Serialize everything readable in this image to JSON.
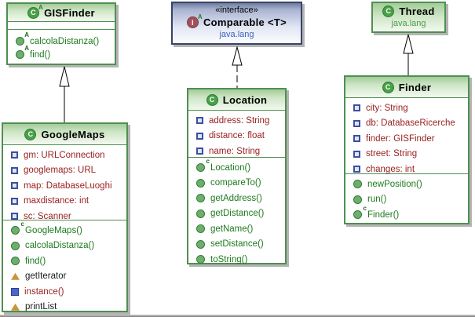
{
  "colors": {
    "class_border": "#4f8f4f",
    "interface_border": "#39436b",
    "field_text": "#992121",
    "method_text": "#1e7a1e",
    "plain_text": "#1c1c1c",
    "package_green": "#4f9a4f",
    "package_blue": "#3c64b8",
    "shadow": "#b4b4b4"
  },
  "icons": {
    "class_letter": "C",
    "interface_letter": "I",
    "abstract_marker": "A",
    "constructor_marker": "c"
  },
  "classes": {
    "gisfinder": {
      "title": "GISFinder",
      "methods": [
        {
          "icon": "abstract-method-icon",
          "label": "calcolaDistanza()"
        },
        {
          "icon": "abstract-method-icon",
          "label": "find()"
        }
      ]
    },
    "comparable": {
      "stereotype": "«interface»",
      "title": "Comparable <T>",
      "package": "java.lang"
    },
    "thread": {
      "title": "Thread",
      "package": "java.lang"
    },
    "googlemaps": {
      "title": "GoogleMaps",
      "fields": [
        {
          "icon": "field-square-icon",
          "label": "gm: URLConnection"
        },
        {
          "icon": "field-square-icon",
          "label": "googlemaps: URL"
        },
        {
          "icon": "field-square-icon",
          "label": "map: DatabaseLuoghi"
        },
        {
          "icon": "field-square-icon",
          "label": "maxdistance: int"
        },
        {
          "icon": "field-square-icon",
          "label": "sc: Scanner"
        }
      ],
      "methods": [
        {
          "icon": "constructor-icon",
          "label": "GoogleMaps()"
        },
        {
          "icon": "method-icon",
          "label": "calcolaDistanza()"
        },
        {
          "icon": "method-icon",
          "label": "find()"
        },
        {
          "icon": "method-triangle-icon",
          "label": "getIterator"
        },
        {
          "icon": "method-square-icon",
          "label": "instance()"
        },
        {
          "icon": "method-triangle-icon",
          "label": "printList"
        }
      ]
    },
    "location": {
      "title": "Location",
      "fields": [
        {
          "icon": "field-square-icon",
          "label": "address: String"
        },
        {
          "icon": "field-square-icon",
          "label": "distance: float"
        },
        {
          "icon": "field-square-icon",
          "label": "name: String"
        }
      ],
      "methods": [
        {
          "icon": "constructor-icon",
          "label": "Location()"
        },
        {
          "icon": "method-icon",
          "label": "compareTo()"
        },
        {
          "icon": "method-icon",
          "label": "getAddress()"
        },
        {
          "icon": "method-icon",
          "label": "getDistance()"
        },
        {
          "icon": "method-icon",
          "label": "getName()"
        },
        {
          "icon": "method-icon",
          "label": "setDistance()"
        },
        {
          "icon": "method-icon",
          "label": "toString()"
        }
      ]
    },
    "finder": {
      "title": "Finder",
      "fields": [
        {
          "icon": "field-square-icon",
          "label": "city: String"
        },
        {
          "icon": "field-square-icon",
          "label": "db: DatabaseRicerche"
        },
        {
          "icon": "field-square-icon",
          "label": "finder: GISFinder"
        },
        {
          "icon": "field-square-icon",
          "label": "street: String"
        },
        {
          "icon": "field-square-icon",
          "label": "changes: int"
        }
      ],
      "methods": [
        {
          "icon": "method-icon",
          "label": "newPosition()"
        },
        {
          "icon": "method-icon",
          "label": "run()"
        },
        {
          "icon": "constructor-icon",
          "label": "Finder()"
        }
      ]
    }
  },
  "connectors": [
    {
      "type": "generalization",
      "from": "GoogleMaps",
      "to": "GISFinder",
      "line": "solid"
    },
    {
      "type": "realization",
      "from": "Location",
      "to": "Comparable",
      "line": "dashed"
    },
    {
      "type": "generalization",
      "from": "Finder",
      "to": "Thread",
      "line": "solid"
    }
  ]
}
